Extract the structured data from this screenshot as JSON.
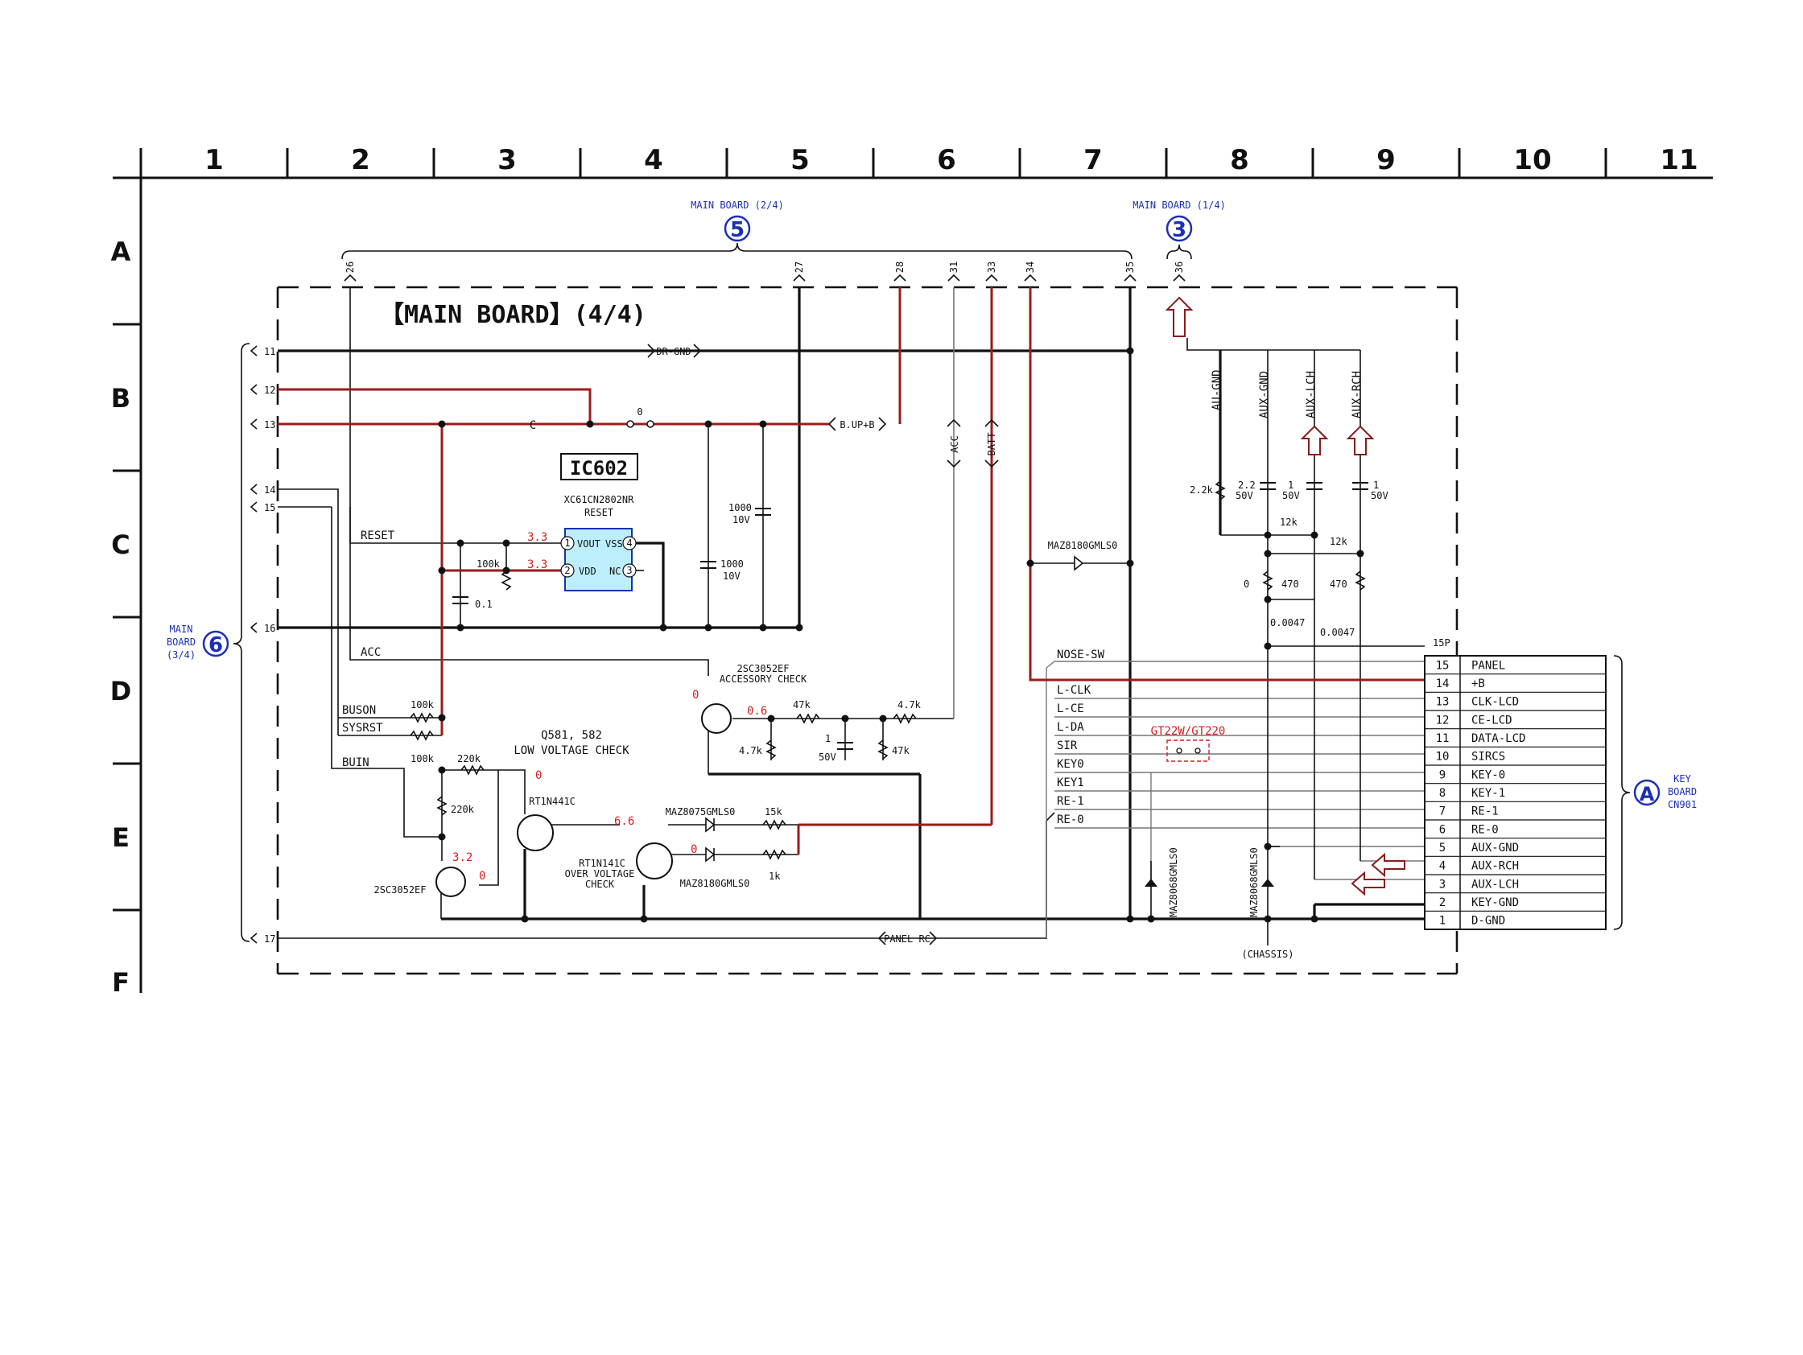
{
  "grid": {
    "columns": [
      "1",
      "2",
      "3",
      "4",
      "5",
      "6",
      "7",
      "8",
      "9",
      "10",
      "11"
    ],
    "rows": [
      "A",
      "B",
      "C",
      "D",
      "E",
      "F"
    ]
  },
  "board_title": "【MAIN BOARD】(4/4)",
  "refs": {
    "main_2_4": {
      "label": "MAIN BOARD (2/4)",
      "num": "5"
    },
    "main_1_4": {
      "label": "MAIN BOARD (1/4)",
      "num": "3"
    },
    "main_3_4": {
      "line1": "MAIN",
      "line2": "BOARD",
      "line3": "(3/4)",
      "num": "6"
    },
    "key_board": {
      "line1": "KEY",
      "line2": "BOARD",
      "line3": "CN901",
      "letter": "A"
    }
  },
  "top_pins": [
    "26",
    "27",
    "28",
    "31",
    "33",
    "34",
    "35",
    "36"
  ],
  "left_pins": [
    "11",
    "12",
    "13",
    "14",
    "15",
    "16",
    "17"
  ],
  "net_tags": {
    "dr_gnd": "DR-GND",
    "b_up": "B.UP+B",
    "acc": "ACC",
    "batt": "BATT",
    "panel_rc": "PANEL RC"
  },
  "net_labels": {
    "reset": "RESET",
    "acc": "ACC",
    "buson": "BUSON",
    "sysrst": "SYSRST",
    "buin": "BUIN",
    "nose_sw": "NOSE-SW",
    "lclk": "L-CLK",
    "lce": "L-CE",
    "lda": "L-DA",
    "sir": "SIR",
    "key0": "KEY0",
    "key1": "KEY1",
    "re1": "RE-1",
    "re0": "RE-0"
  },
  "aux_labels": [
    "AU-GND",
    "AUX-GND",
    "AUX-LCH",
    "AUX-RCH"
  ],
  "ic": {
    "name": "IC602",
    "part": "XC61CN2802NR",
    "func": "RESET",
    "pin1": "VOUT",
    "pin2": "VDD",
    "pin3": "NC",
    "pin4": "VSS",
    "pin_nums": [
      "1",
      "2",
      "3",
      "4"
    ]
  },
  "switch_label": "0",
  "c_label": "C",
  "components": {
    "r100k_a": "100k",
    "c01": "0.1",
    "c1000_a_v": "1000",
    "c1000_a_u": "10V",
    "c1000_b_v": "1000",
    "c1000_b_u": "10V",
    "r100k_buson": "100k",
    "r100k_buin": "100k",
    "r220k_h": "220k",
    "r220k_v": "220k",
    "r47k_a": "47k",
    "r47k_b": "4.7k",
    "r47k_c": "4.7k",
    "r47k_d": "47k",
    "c1_50v_v": "1",
    "c1_50v_u": "50V",
    "r15k": "15k",
    "r1k": "1k",
    "r22k": "2.2k",
    "c22_v": "2.2",
    "c22_u": "50V",
    "c1a_v": "1",
    "c1a_u": "50V",
    "c1b_v": "1",
    "c1b_u": "50V",
    "r12k_a": "12k",
    "r12k_b": "12k",
    "r0": "0",
    "r470_a": "470",
    "r470_b": "470",
    "c0047_a": "0.0047",
    "c0047_b": "0.0047"
  },
  "voltages": {
    "v33a": "3.3",
    "v33b": "3.3",
    "v0_q": "0",
    "v06": "0.6",
    "v0_low": "0",
    "v66": "6.6",
    "v0_e": "0",
    "v32": "3.2",
    "v0_f": "0"
  },
  "transistors": {
    "acc_check": {
      "part": "2SC3052EF",
      "func": "ACCESSORY CHECK"
    },
    "low_v": {
      "line1": "Q581, 582",
      "line2": "LOW VOLTAGE CHECK"
    },
    "rt441": "RT1N441C",
    "rt141": {
      "part": "RT1N141C",
      "l1": "OVER VOLTAGE",
      "l2": "CHECK"
    },
    "q_bottom": "2SC3052EF"
  },
  "diodes": {
    "maz8180_top": "MAZ8180GMLS0",
    "maz8075": "MAZ8075GMLS0",
    "maz8180_bot": "MAZ8180GMLS0",
    "maz8068_a": "MAZ8068GMLS0",
    "maz8068_b": "MAZ8068GMLS0"
  },
  "gt_label": "GT22W/GT220",
  "chassis": "(CHASSIS)",
  "connector": {
    "header": "15P",
    "pins": [
      {
        "n": "15",
        "name": "PANEL"
      },
      {
        "n": "14",
        "name": "+B"
      },
      {
        "n": "13",
        "name": "CLK-LCD"
      },
      {
        "n": "12",
        "name": "CE-LCD"
      },
      {
        "n": "11",
        "name": "DATA-LCD"
      },
      {
        "n": "10",
        "name": "SIRCS"
      },
      {
        "n": "9",
        "name": "KEY-0"
      },
      {
        "n": "8",
        "name": "KEY-1"
      },
      {
        "n": "7",
        "name": "RE-1"
      },
      {
        "n": "6",
        "name": "RE-0"
      },
      {
        "n": "5",
        "name": "AUX-GND"
      },
      {
        "n": "4",
        "name": "AUX-RCH"
      },
      {
        "n": "3",
        "name": "AUX-LCH"
      },
      {
        "n": "2",
        "name": "KEY-GND"
      },
      {
        "n": "1",
        "name": "D-GND"
      }
    ]
  }
}
